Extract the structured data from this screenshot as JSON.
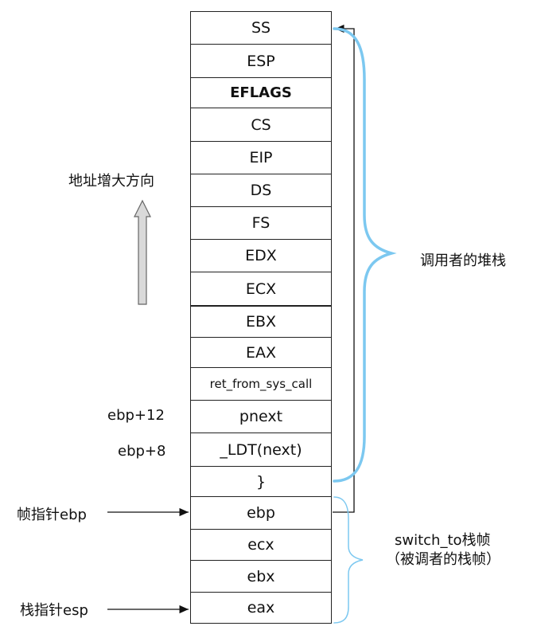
{
  "stack_cells": [
    "SS",
    "ESP",
    "EFLAGS",
    "CS",
    "EIP",
    "DS",
    "FS",
    "EDX",
    "ECX",
    "EBX",
    "EAX",
    "ret_from_sys_call",
    "pnext",
    "_LDT(next)",
    "}",
    "ebp",
    "ecx",
    "ebx",
    "eax"
  ],
  "labels": {
    "address_growth": "地址增大方向",
    "caller_stack": "调用者的堆栈",
    "switch_frame_line1": "switch_to栈帧",
    "switch_frame_line2": "（被调者的栈帧）",
    "ebp_plus_12": "ebp+12",
    "ebp_plus_8": "ebp+8",
    "frame_pointer": "帧指针ebp",
    "stack_pointer": "栈指针esp"
  },
  "colors": {
    "brace": "#7cc8f0",
    "arrow_fill": "#d9d9d9"
  }
}
